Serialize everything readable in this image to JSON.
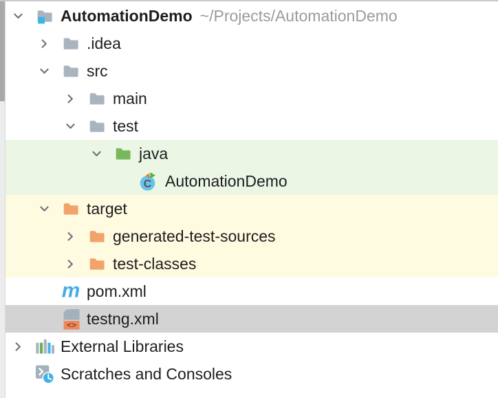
{
  "tree": {
    "items": [
      {
        "label": "AutomationDemo",
        "suffix": "~/Projects/AutomationDemo",
        "level": 0,
        "chevron": "expanded",
        "icon": "project-folder-icon",
        "bold": true,
        "highlight": "none"
      },
      {
        "label": ".idea",
        "level": 1,
        "chevron": "collapsed",
        "icon": "folder-icon",
        "highlight": "none"
      },
      {
        "label": "src",
        "level": 1,
        "chevron": "expanded",
        "icon": "folder-icon",
        "highlight": "none"
      },
      {
        "label": "main",
        "level": 2,
        "chevron": "collapsed",
        "icon": "folder-icon",
        "highlight": "none"
      },
      {
        "label": "test",
        "level": 2,
        "chevron": "expanded",
        "icon": "folder-icon",
        "highlight": "none"
      },
      {
        "label": "java",
        "level": 3,
        "chevron": "expanded",
        "icon": "test-folder-icon",
        "highlight": "green"
      },
      {
        "label": "AutomationDemo",
        "level": 4,
        "chevron": "none",
        "icon": "test-class-icon",
        "highlight": "green"
      },
      {
        "label": "target",
        "level": 1,
        "chevron": "expanded",
        "icon": "excluded-folder-icon",
        "highlight": "yellow"
      },
      {
        "label": "generated-test-sources",
        "level": 2,
        "chevron": "collapsed",
        "icon": "excluded-folder-icon",
        "highlight": "yellow"
      },
      {
        "label": "test-classes",
        "level": 2,
        "chevron": "collapsed",
        "icon": "excluded-folder-icon",
        "highlight": "yellow"
      },
      {
        "label": "pom.xml",
        "level": 1,
        "chevron": "none",
        "icon": "maven-icon",
        "highlight": "none"
      },
      {
        "label": "testng.xml",
        "level": 1,
        "chevron": "none",
        "icon": "xml-file-icon",
        "highlight": "selected"
      },
      {
        "label": "External Libraries",
        "level": 0,
        "chevron": "collapsed",
        "icon": "external-libraries-icon",
        "highlight": "none"
      },
      {
        "label": "Scratches and Consoles",
        "level": 0,
        "chevron": "none",
        "icon": "scratches-icon",
        "highlight": "none"
      }
    ]
  },
  "colors": {
    "selection_bg": "#d3d3d3",
    "test_source_bg": "#ebf6e5",
    "excluded_bg": "#fffbe1",
    "folder_gray": "#a9b4bf",
    "folder_green": "#79b75c",
    "folder_orange": "#f2a369",
    "project_badge_blue": "#3db4e8",
    "maven_blue": "#44ade9",
    "class_circle_blue": "#68c3e8",
    "class_letter": "C",
    "xml_band_orange": "#ec8a5c",
    "xml_glyph": "<>",
    "bars_green": "#65b44e",
    "bars_blue": "#43b7e8",
    "clock_blue": "#3fb1e3",
    "chevron_gray": "#6d7377",
    "path_gray": "#9b9b9b"
  }
}
